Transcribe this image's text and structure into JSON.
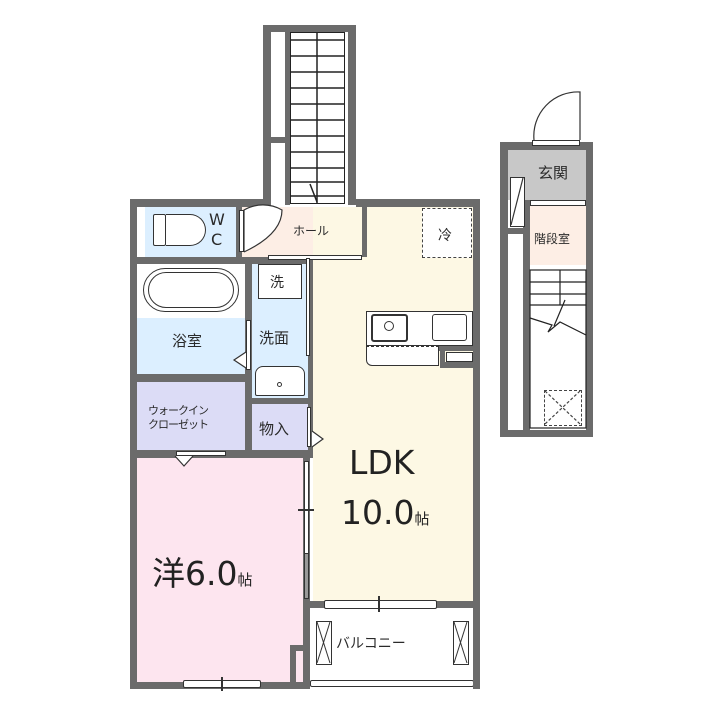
{
  "plan": {
    "rooms": {
      "wc": {
        "label_top": "W",
        "label_bottom": "C",
        "color": "#dcefff"
      },
      "hall": {
        "label": "ホール",
        "color": "#fdeee5"
      },
      "fridge": {
        "label": "冷"
      },
      "washer": {
        "label": "洗"
      },
      "washroom": {
        "label": "洗面",
        "color": "#dcefff"
      },
      "bath": {
        "label": "浴室",
        "color": "#dcefff"
      },
      "walkin": {
        "label_line1": "ウォークイン",
        "label_line2": "クローゼット",
        "color": "#dcdcf6"
      },
      "storage": {
        "label": "物入",
        "color": "#dcdcf6"
      },
      "ldk": {
        "label": "LDK",
        "size": "10.0",
        "unit": "帖",
        "color": "#fdf8e4"
      },
      "western": {
        "prefix": "洋",
        "size": "6.0",
        "unit": "帖",
        "color": "#fde5ef"
      },
      "balcony": {
        "label": "バルコニー"
      },
      "entrance": {
        "label": "玄関",
        "color": "#c8c8c8"
      },
      "stairwell": {
        "label": "階段室",
        "color": "#fdeee5"
      }
    },
    "colors": {
      "wall": "#6b6b6b",
      "line": "#333333"
    }
  }
}
